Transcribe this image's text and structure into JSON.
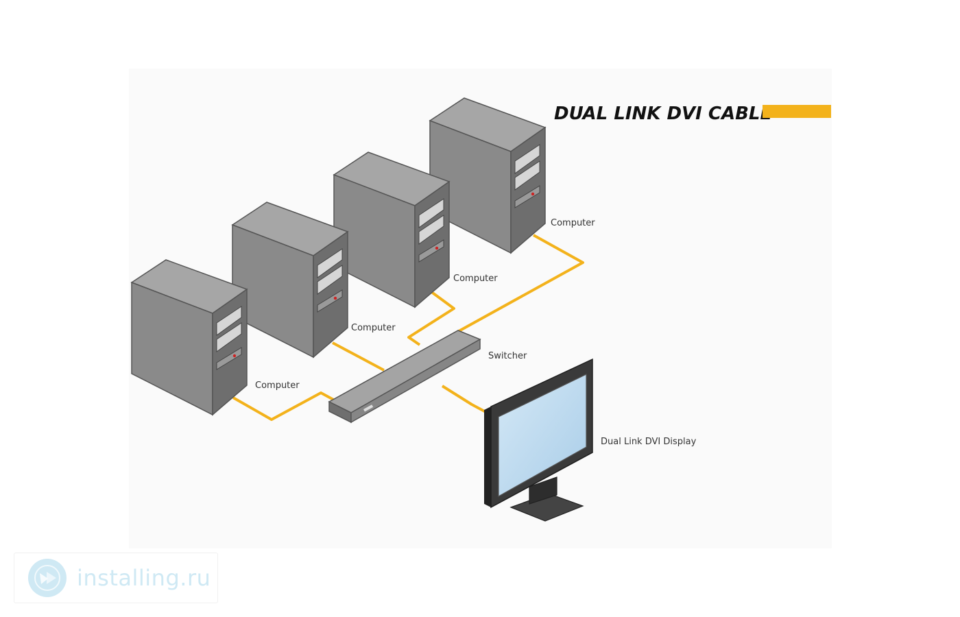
{
  "title": "DUAL LINK DVI CABLE",
  "colors": {
    "cable": "#f3b21b",
    "tower_front": "#8d8d8d",
    "tower_side": "#6f6f6f",
    "tower_top": "#a6a6a6",
    "screen": "#b9d7ec",
    "background": "#fafafa"
  },
  "nodes": {
    "computer_1": "Computer",
    "computer_2": "Computer",
    "computer_3": "Computer",
    "computer_4": "Computer",
    "switcher": "Switcher",
    "display": "Dual Link DVI Display"
  },
  "watermark": {
    "text": "installing.ru",
    "icon": "globe-logo-icon"
  }
}
